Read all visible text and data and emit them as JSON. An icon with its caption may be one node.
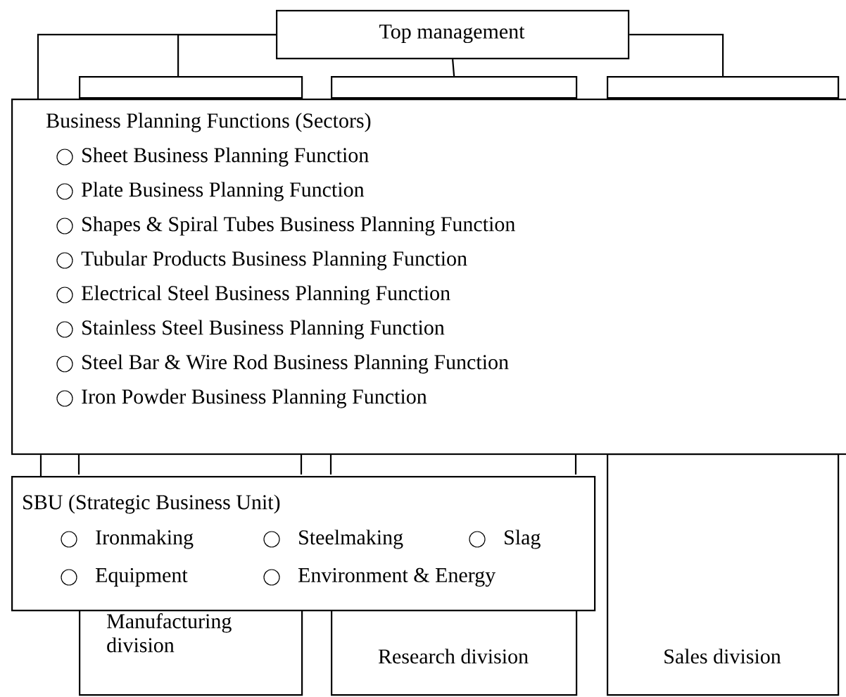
{
  "diagram": {
    "nodes": [
      {
        "text": [
          "Top management"
        ]
      },
      {
        "text": [],
        "shape": "box"
      },
      {
        "text": [],
        "shape": "box"
      },
      {
        "text": [],
        "shape": "box"
      },
      {
        "text": [
          "Business Planning Functions (Sectors)",
          "Sheet Business Planning Function",
          "Plate Business Planning Function",
          "Shapes & Spiral Tubes Business Planning Function",
          "Tubular Products Business Planning Function",
          "Electrical Steel Business Planning Function",
          "Stainless Steel Business Planning Function",
          "Steel Bar & Wire Rod Business Planning Function",
          "Iron Powder Business Planning Function"
        ]
      },
      {
        "text": [
          "SBU (Strategic Business Unit)",
          "Ironmaking",
          "Steelmaking",
          "Slag",
          "Equipment",
          "Environment & Energy"
        ]
      },
      {
        "text": [
          "Manufacturing division"
        ]
      },
      {
        "text": [
          "Research division"
        ]
      },
      {
        "text": [
          "Sales division"
        ]
      }
    ],
    "edges": [
      {
        "from": 0,
        "to": 4,
        "arrow": "none"
      },
      {
        "from": 0,
        "to": 1,
        "arrow": "none"
      },
      {
        "from": 0,
        "to": 2,
        "arrow": "none"
      },
      {
        "from": 0,
        "to": 3,
        "arrow": "none"
      },
      {
        "from": 4,
        "to": 5,
        "arrow": "none"
      }
    ]
  }
}
